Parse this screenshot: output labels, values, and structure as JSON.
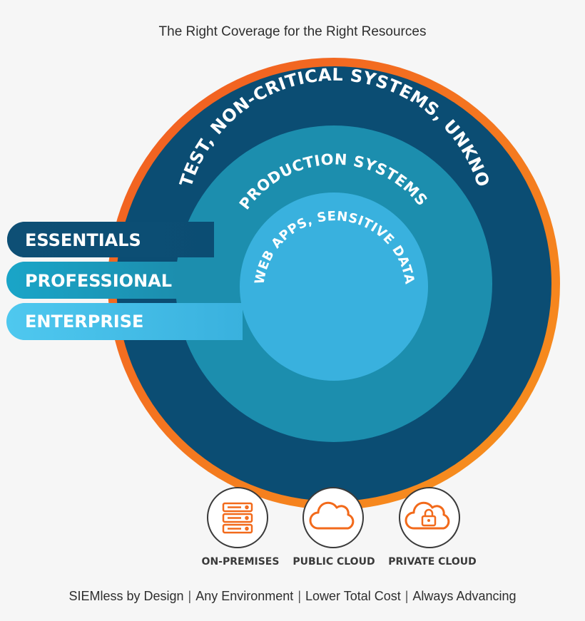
{
  "title": "The Right Coverage for the Right Resources",
  "rings": {
    "outer": "DEV/TEST, NON-CRITICAL SYSTEMS, UNKNOWNS",
    "middle": "PRODUCTION SYSTEMS",
    "inner": "WEB APPS, SENSITIVE DATA"
  },
  "tiers": [
    {
      "label": "ESSENTIALS"
    },
    {
      "label": "PROFESSIONAL"
    },
    {
      "label": "ENTERPRISE"
    }
  ],
  "environments": [
    {
      "label": "ON-PREMISES",
      "icon": "server-rack-icon"
    },
    {
      "label": "PUBLIC CLOUD",
      "icon": "cloud-icon"
    },
    {
      "label": "PRIVATE CLOUD",
      "icon": "cloud-lock-icon"
    }
  ],
  "footer": {
    "items": [
      "SIEMless by Design",
      "Any Environment",
      "Lower Total Cost",
      "Always Advancing"
    ],
    "separator": "|"
  },
  "colors": {
    "outer_ring": "#0b4d73",
    "middle_ring": "#1c8eae",
    "inner_ring": "#39b1de",
    "accent_orange": "#f26a1b",
    "tier_essentials": "#0b4d73",
    "tier_professional": "#1ba7c9",
    "tier_enterprise": "#49c5ec"
  }
}
